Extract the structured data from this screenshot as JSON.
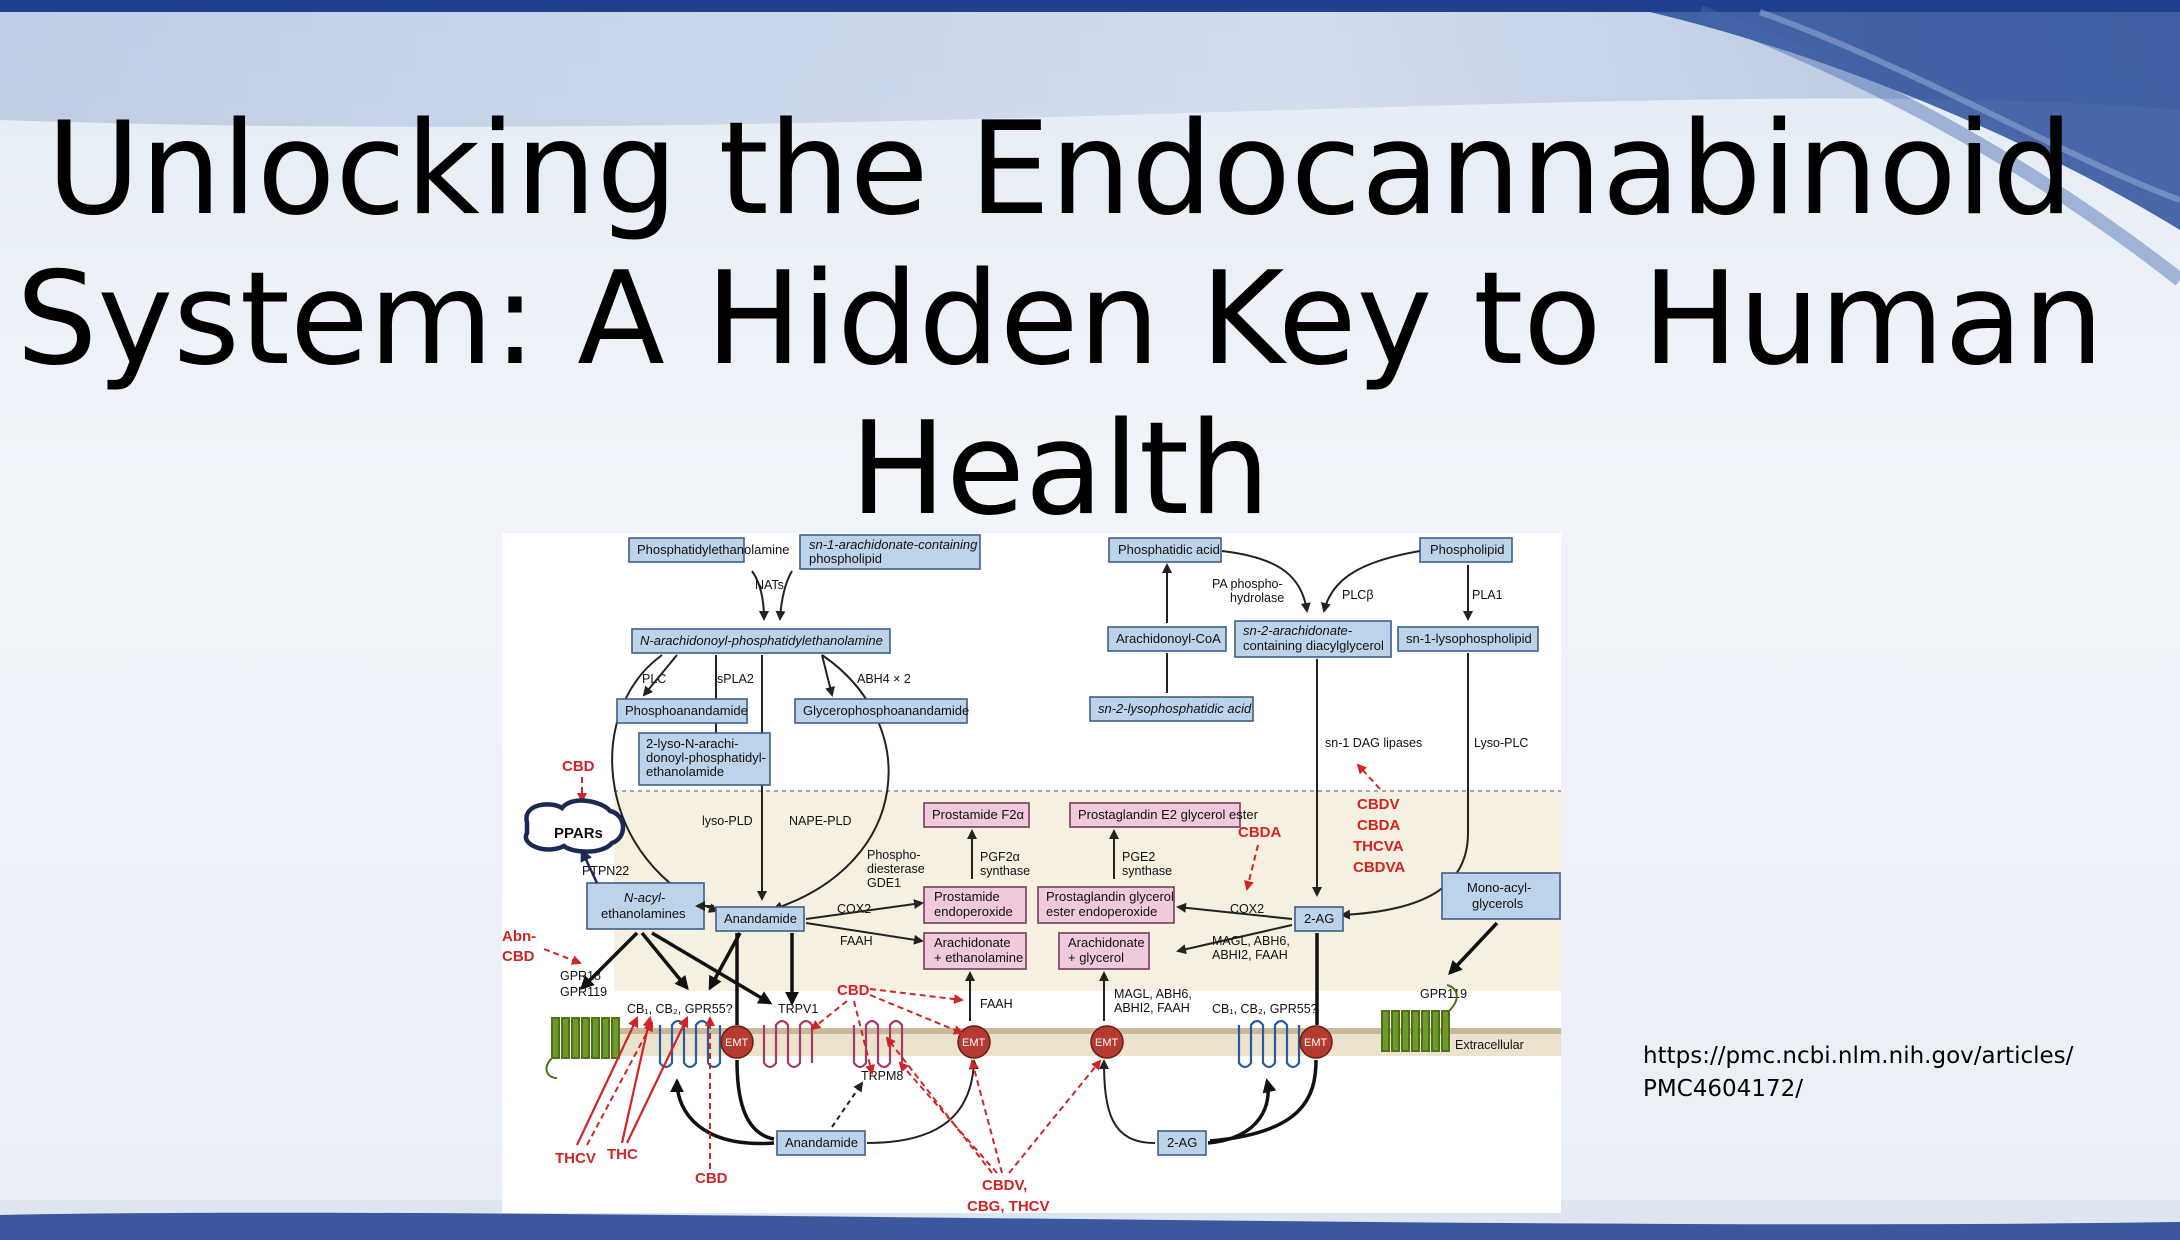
{
  "slide": {
    "title_lines": [
      "Unlocking the Endocannabinoid",
      "System: A Hidden Key to Human",
      "Health"
    ],
    "citation_lines": [
      "https://pmc.ncbi.nlm.nih.gov/articles/",
      "PMC4604172/"
    ]
  },
  "diagram": {
    "boxes": {
      "phosphatidylethanolamine": "Phosphatidylethanolamine",
      "sn1_arachidonate_1": "sn-1-arachidonate-containing",
      "sn1_arachidonate_2": "phospholipid",
      "n_arachidonoyl_pe": "N-arachidonoyl-phosphatidylethanolamine",
      "phosphoanandamide": "Phosphoanandamide",
      "glycerophosphoanandamide": "Glycerophosphoanandamide",
      "lyso_1": "2-lyso-N-arachi-",
      "lyso_2": "donoyl-phosphatidyl-",
      "lyso_3": "ethanolamide",
      "phosphatidic_acid": "Phosphatidic acid",
      "phospholipid": "Phospholipid",
      "arachidonoyl_coa": "Arachidonoyl-CoA",
      "dag_1": "sn-2-arachidonate-",
      "dag_2": "containing diacylglycerol",
      "lysophospholipid": "sn-1-lysophospholipid",
      "lysophosphatidic_acid": "sn-2-lysophosphatidic acid",
      "prostamide_f2a": "Prostamide F2α",
      "pge2_glycerol_ester": "Prostaglandin E2 glycerol ester",
      "n_acyl_1": "N-acyl-",
      "n_acyl_2": "ethanolamines",
      "anandamide": "Anandamide",
      "prostamide_endo_1": "Prostamide",
      "prostamide_endo_2": "endoperoxide",
      "pg_glycerol_endo_1": "Prostaglandin glycerol",
      "pg_glycerol_endo_2": "ester endoperoxide",
      "two_ag": "2-AG",
      "mono_acyl_1": "Mono-acyl-",
      "mono_acyl_2": "glycerols",
      "arach_ethanolamine_1": "Arachidonate",
      "arach_ethanolamine_2": "+ ethanolamine",
      "arach_glycerol_1": "Arachidonate",
      "arach_glycerol_2": "+ glycerol",
      "anandamide_bottom": "Anandamide",
      "two_ag_bottom": "2-AG",
      "ppars": "PPARs"
    },
    "enzymes": {
      "nats": "NATs",
      "plc": "PLC",
      "spla2": "sPLA2",
      "abh4": "ABH4 × 2",
      "lyso_pld": "lyso-PLD",
      "nape_pld": "NAPE-PLD",
      "ptpn22": "PTPN22",
      "phosphodiesterase_1": "Phospho-",
      "phosphodiesterase_2": "diesterase",
      "phosphodiesterase_3": "GDE1",
      "pgf2a_synthase_1": "PGF2α",
      "pgf2a_synthase_2": "synthase",
      "pge2_synthase_1": "PGE2",
      "pge2_synthase_2": "synthase",
      "cox2_left": "COX2",
      "cox2_right": "COX2",
      "faah_upper": "FAAH",
      "faah_lower": "FAAH",
      "pa_phospho_1": "PA phospho-",
      "pa_phospho_2": "hydrolase",
      "plcb": "PLCβ",
      "pla1": "PLA1",
      "dag_lipases": "sn-1 DAG lipases",
      "lyso_plc": "Lyso-PLC",
      "magl_upper_1": "MAGL, ABH6,",
      "magl_upper_2": "ABHI2, FAAH",
      "magl_lower_1": "MAGL, ABH6,",
      "magl_lower_2": "ABHI2, FAAH",
      "gpr18": "GPR18",
      "gpr119_left": "GPR119",
      "gpr119_right": "GPR119",
      "receptors_left": "CB₁, CB₂, GPR55?",
      "trpv1": "TRPV1",
      "trpm8": "TRPM8",
      "receptors_right": "CB₁, CB₂, GPR55?",
      "extracellular": "Extracellular",
      "emt": "EMT"
    },
    "cannabinoids": {
      "cbd_top": "CBD",
      "abn_cbd_1": "Abn-",
      "abn_cbd_2": "CBD",
      "cbd_mid": "CBD",
      "cbda": "CBDA",
      "cbdv": "CBDV",
      "cbda2": "CBDA",
      "thcva": "THCVA",
      "cbdva": "CBDVA",
      "thcv": "THCV",
      "thc": "THC",
      "cbd_bottom": "CBD",
      "cbdv_bottom_1": "CBDV,",
      "cbdv_bottom_2": "CBG, THCV"
    }
  },
  "colors": {
    "box_blue": "#bdd3ea",
    "box_pink": "#efc9dc",
    "cannabinoid_red": "#d22424",
    "membrane": "#c9b998",
    "emt": "#b53a2f",
    "receptor_green": "#6f9a2a",
    "receptor_blue": "#2a5a9a"
  }
}
